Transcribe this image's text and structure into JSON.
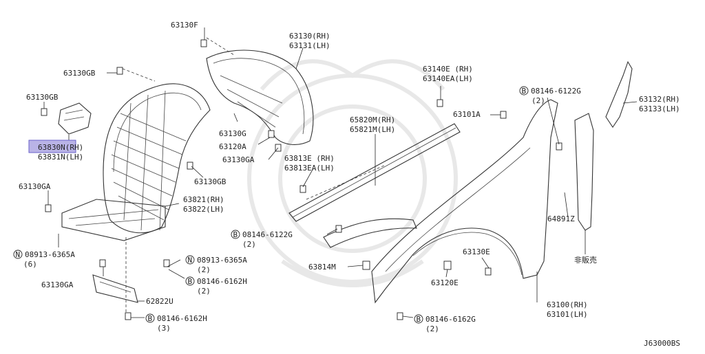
{
  "diagram_code": "J63000BS",
  "callouts": {
    "p63130F": "63130F",
    "p63130_rh": "63130(RH)",
    "p63131_lh": "63131(LH)",
    "p63130GB_top": "63130GB",
    "p63130GB_left": "63130GB",
    "p63830N_rh": "63830N(RH)",
    "p63831N_lh": "63831N(LH)",
    "p63130G": "63130G",
    "p63120A": "63120A",
    "p63130GA_mid": "63130GA",
    "p63130GB_right": "63130GB",
    "p63130GA_left": "63130GA",
    "p63821_rh": "63821(RH)",
    "p63822_lh": "63822(LH)",
    "n08913_left": "08913-6365A",
    "n08913_left_qty": "(6)",
    "p63130GA_bottom": "63130GA",
    "n08913_right": "08913-6365A",
    "n08913_right_qty": "(2)",
    "b08146_6162H_a": "08146-6162H",
    "b08146_6162H_a_qty": "(2)",
    "p62822U": "62822U",
    "b08146_6162H_b": "08146-6162H",
    "b08146_6162H_b_qty": "(3)",
    "p63140E_rh": "63140E (RH)",
    "p63140EA_lh": "63140EA(LH)",
    "p65820M_rh": "65820M(RH)",
    "p65821M_lh": "65821M(LH)",
    "p63813E_rh": "63813E (RH)",
    "p63813EA_lh": "63813EA(LH)",
    "b08146_6122G_mid": "08146-6122G",
    "b08146_6122G_mid_qty": "(2)",
    "p63814M": "63814M",
    "b08146_6162G": "08146-6162G",
    "b08146_6162G_qty": "(2)",
    "p63101A": "63101A",
    "b08146_6122G_top": "08146-6122G",
    "b08146_6122G_top_qty": "(2)",
    "p63132_rh": "63132(RH)",
    "p63133_lh": "63133(LH)",
    "p64891Z": "64891Z",
    "not_for_sale": "非販売",
    "p63130E": "63130E",
    "p63120E": "63120E",
    "p63100_rh": "63100(RH)",
    "p63101_lh": "63101(LH)"
  },
  "badges": {
    "bolt_b": "B",
    "nut_n": "N"
  },
  "colors": {
    "highlight": "#b9b3e6",
    "line": "#333333"
  }
}
